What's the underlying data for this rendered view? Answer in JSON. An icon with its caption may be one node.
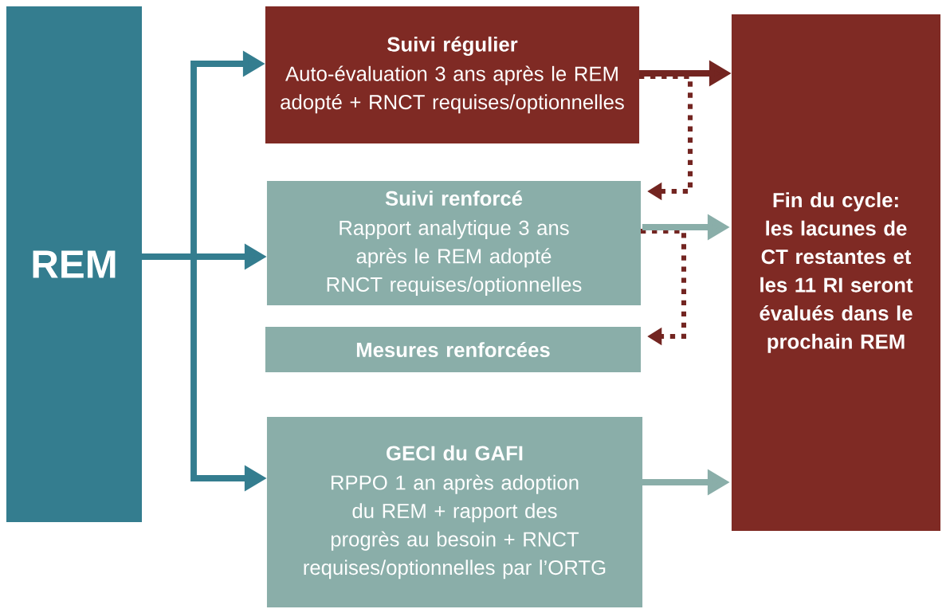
{
  "diagram": {
    "nodes": [
      {
        "text": [
          "REM"
        ]
      },
      {
        "text": [
          "Suivi régulier",
          "Auto-évaluation 3 ans après le REM adopté + RNCT requises/optionnelles"
        ]
      },
      {
        "text": [
          "Suivi renforcé",
          "Rapport analytique 3 ans après le REM adopté RNCT requises/optionnelles"
        ]
      },
      {
        "text": [
          "Mesures renforcées"
        ]
      },
      {
        "text": [
          "GECI du GAFI",
          "RPPO 1 an après adoption du REM + rapport des progrès au besoin + RNCT requises/optionnelles par l’ORTG"
        ]
      },
      {
        "text": [
          "Fin du cycle: les lacunes de CT restantes et les 11 RI seront évalués dans le prochain REM"
        ]
      }
    ],
    "edges": [
      {
        "from": 0,
        "to": 1,
        "arrow": "to"
      },
      {
        "from": 0,
        "to": 2,
        "arrow": "to"
      },
      {
        "from": 0,
        "to": 4,
        "arrow": "to"
      },
      {
        "from": 1,
        "to": 5,
        "arrow": "to",
        "color": "#732521"
      },
      {
        "from": 2,
        "to": 5,
        "arrow": "to",
        "color": "#8aaea9"
      },
      {
        "from": 4,
        "to": 5,
        "arrow": "to",
        "color": "#8aaea9"
      },
      {
        "from": 1,
        "to": 2,
        "arrow": "to",
        "style": "dashed",
        "color": "#732521"
      },
      {
        "from": 2,
        "to": 3,
        "arrow": "to",
        "style": "dashed",
        "color": "#732521"
      }
    ]
  }
}
